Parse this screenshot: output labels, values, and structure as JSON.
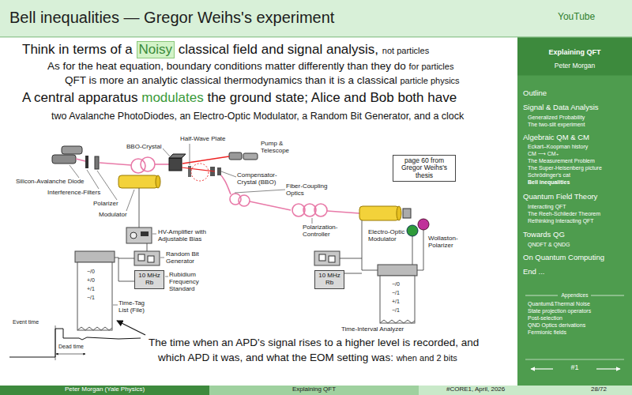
{
  "diagram": {
    "title": "Bell inequalities — Gregor Weihs's experiment",
    "nodes": [
      {
        "text": [
          "page 60 from Gregor Weihs's thesis"
        ]
      },
      {
        "text": [
          "10 MHz Rb"
        ]
      },
      {
        "text": [
          "10 MHz Rb"
        ]
      }
    ],
    "labels": [
      "Think in terms of a",
      "Noisy",
      "classical field and signal analysis,",
      "not particles",
      "As for the heat equation, boundary conditions matter differently than they do",
      "for particles",
      "QFT is more an analytic classical thermodynamics than it is a classical",
      "particle physics",
      "A central apparatus",
      "modulates",
      "the ground state; Alice and Bob both have",
      "two Avalanche PhotoDiodes, an Electro-Optic Modulator, a Random Bit Generator, and a clock",
      "BBO-Crystal",
      "Half-Wave Plate",
      "Pump & Telescope",
      "Silicon-Avalanche Diode",
      "Interference-Filters",
      "Polarizer",
      "Compensator-Crystal (BBO)",
      "Fiber-Coupling Optics",
      "Modulator",
      "Polarization-Controller",
      "Electro-Optic Modulator",
      "Wollaston-Polarizer",
      "HV-Amplifier with Adjustable Bias",
      "Random Bit Generator",
      "Rubidium Frequency Standard",
      "Time-Tag List (File)",
      "Time-Interval Analyzer",
      "Event time",
      "Dead time",
      "The time when an APD's signal rises to a higher level is recorded, and",
      "which APD it was, and what the EOM setting was:",
      "when and 2 bits",
      "YouTube",
      "Explaining QFT",
      "Peter Morgan",
      "Outline",
      "Signal & Data Analysis",
      "Generalized Probability",
      "The two-slit experiment",
      "Algebraic QM & CM",
      "Eckart–Koopman history",
      "CM ⟶ CM₊",
      "The Measurement Problem",
      "The Super-Heisenberg picture",
      "Schrödinger's cat",
      "Bell inequalities",
      "Quantum Field Theory",
      "Interacting QFT",
      "The Reeh-Schlieder Theorem",
      "Rethinking Interacting QFT",
      "Towards QG",
      "QNDFT & QNDG",
      "On Quantum Computing",
      "End ...",
      "Appendices",
      "Quantum&Thermal Noise",
      "State projection operators",
      "Post-selection",
      "QND Optics derivations",
      "Fermionic fields",
      "#1",
      "Peter Morgan (Yale Physics)",
      "Explaining QFT",
      "#CORE1, April, 2026",
      "28/72",
      "−/0",
      "+/0",
      "+/1",
      "−/1",
      "−/0",
      "−/1",
      "+/1",
      "−/1"
    ]
  }
}
